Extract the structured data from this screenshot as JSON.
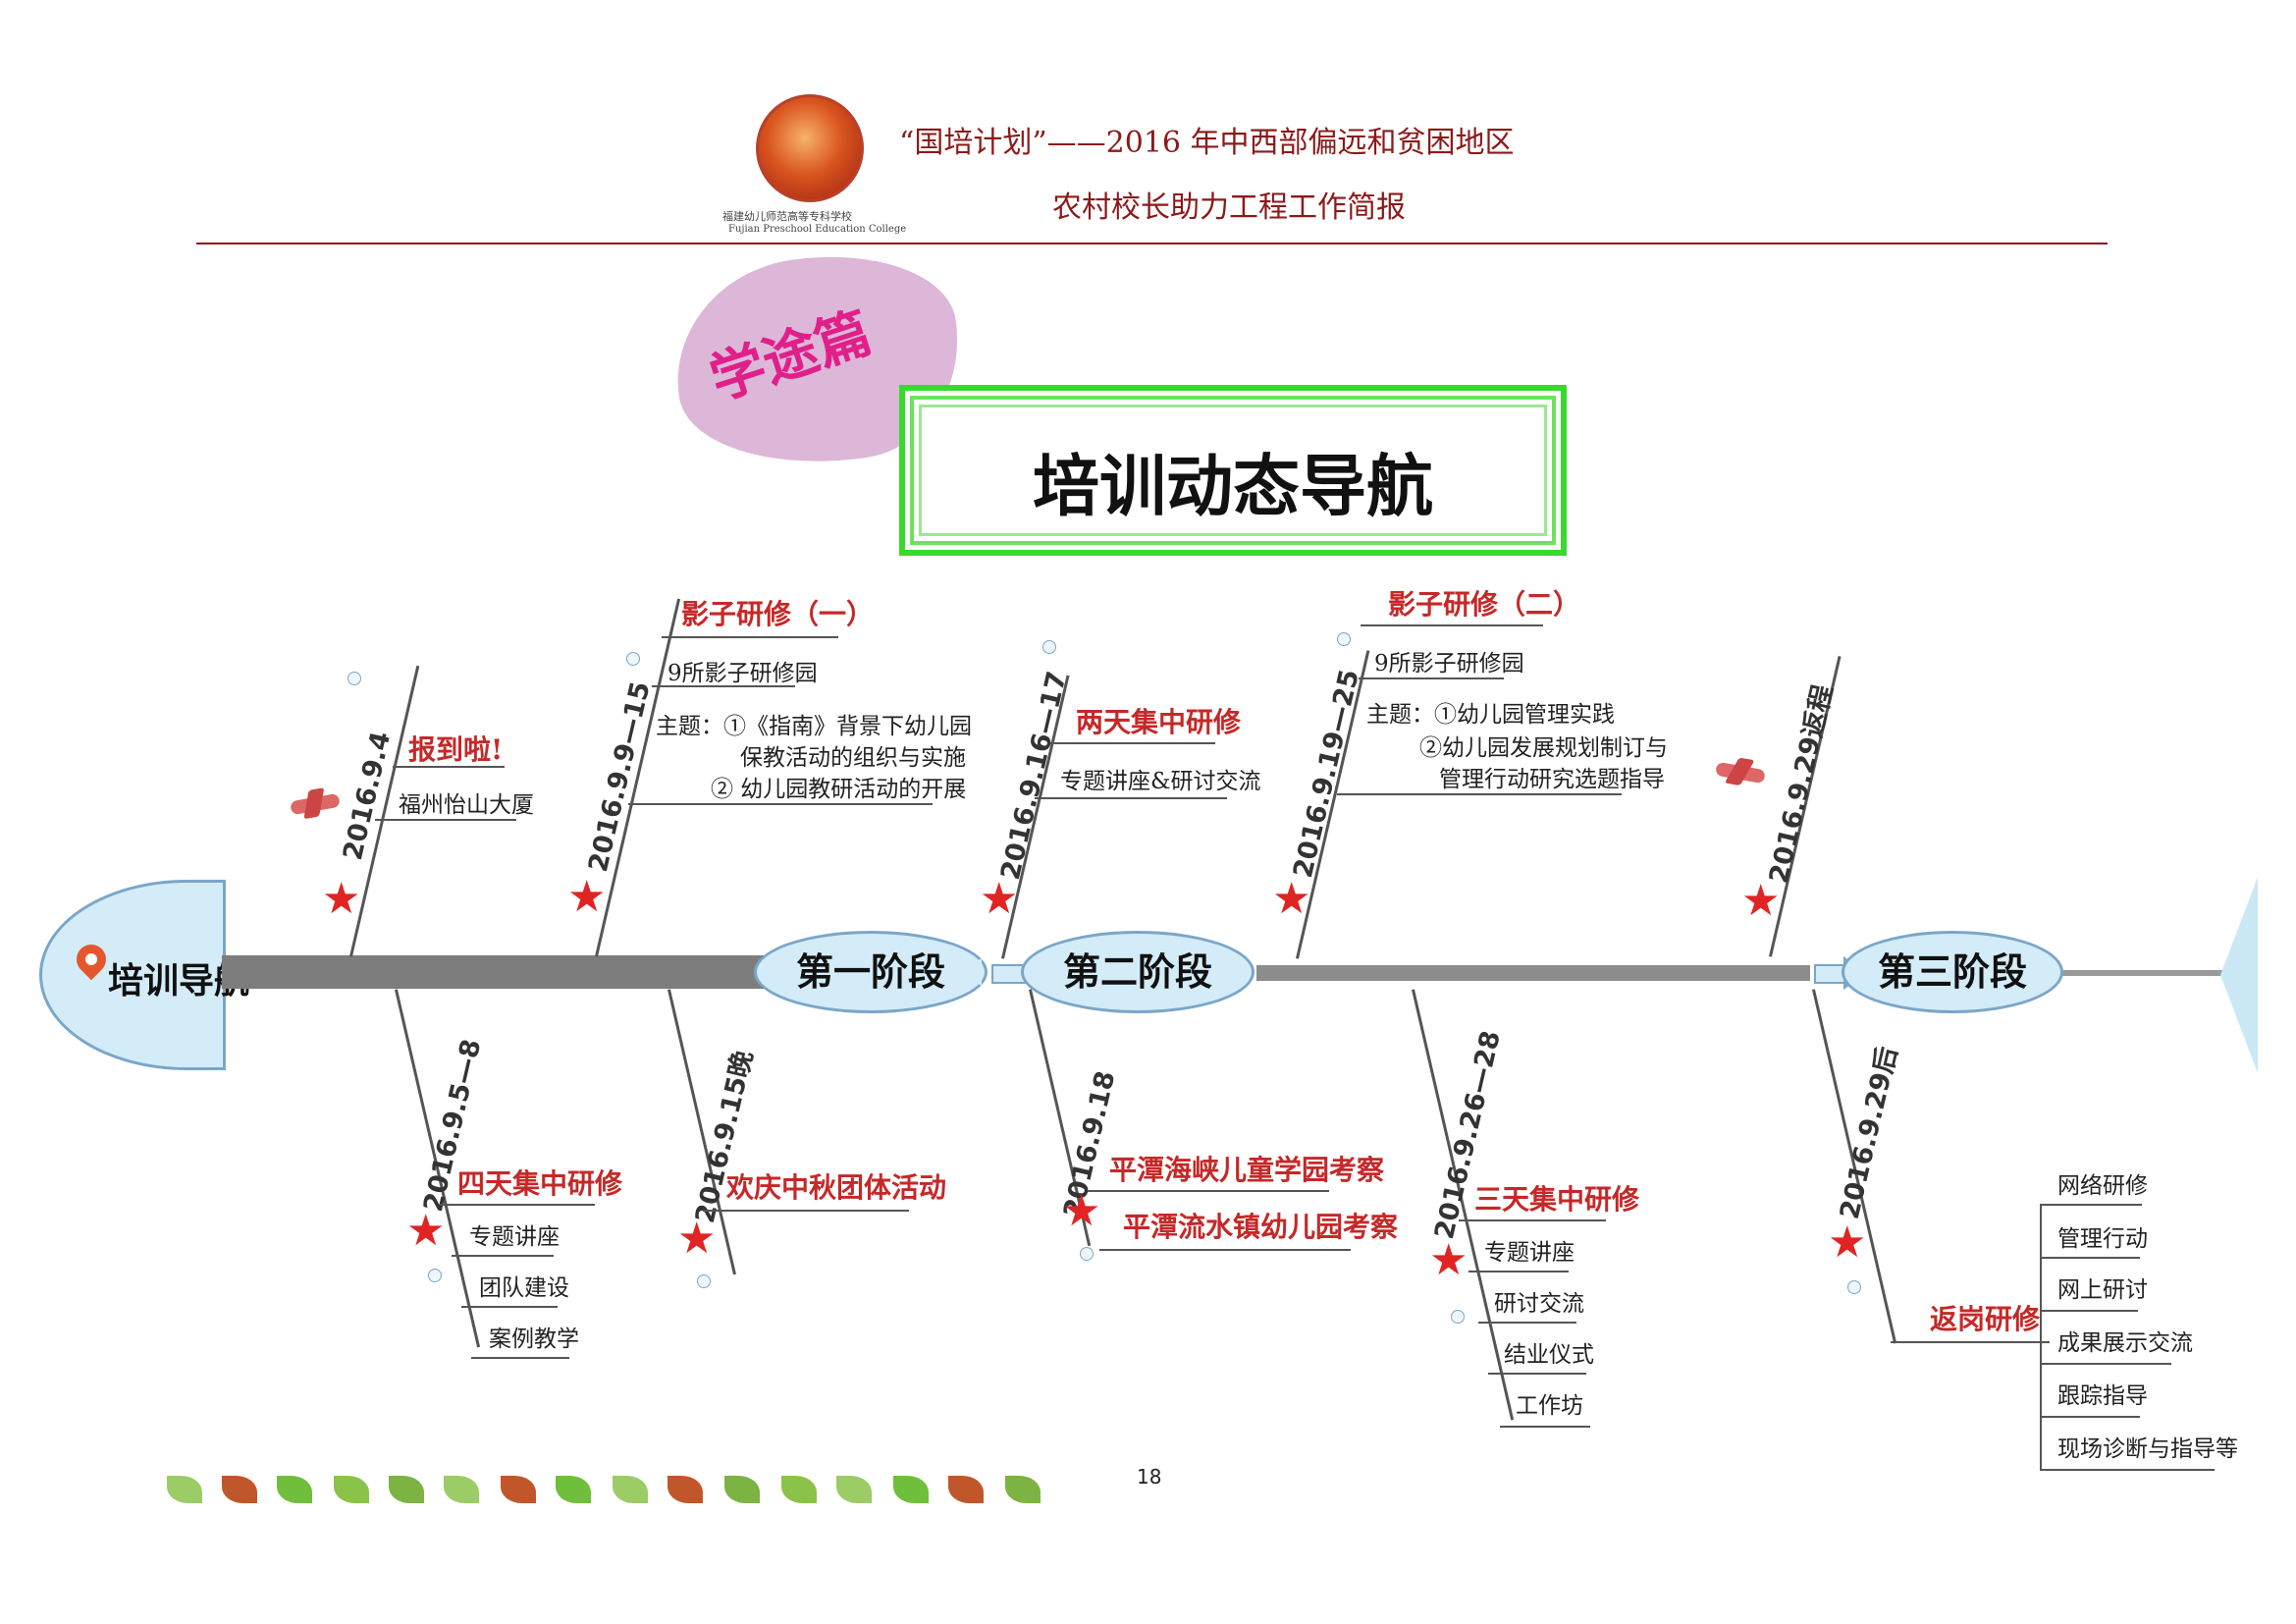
{
  "header": {
    "line1": "“国培计划”——2016 年中西部偏远和贫困地区",
    "line2": "农村校长助力工程工作简报",
    "logo_caption_cn": "福建幼儿师范高等专科学校",
    "logo_caption_en": "Fujian Preschool Education College"
  },
  "badge": "学途篇",
  "title": "培训动态导航",
  "fishbone": {
    "head_label": "培训导航",
    "stages": [
      "第一阶段",
      "第二阶段",
      "第三阶段"
    ],
    "upper": [
      {
        "date": "2016.9.4",
        "heading": "报到啦!",
        "items": [
          "福州怡山大厦"
        ]
      },
      {
        "date": "2016.9.9—15",
        "heading": "影子研修（一）",
        "items": [
          "9所影子研修园",
          "主题：①《指南》背景下幼儿园",
          "保教活动的组织与实施",
          "② 幼儿园教研活动的开展"
        ]
      },
      {
        "date": "2016.9.16—17",
        "heading": "两天集中研修",
        "items": [
          "专题讲座&研讨交流"
        ]
      },
      {
        "date": "2016.9.19—25",
        "heading": "影子研修（二）",
        "items": [
          "9所影子研修园",
          "主题：①幼儿园管理实践",
          "②幼儿园发展规划制订与",
          "管理行动研究选题指导"
        ]
      },
      {
        "date": "2016.9.29返程",
        "heading": "",
        "items": []
      }
    ],
    "lower": [
      {
        "date": "2016.9.5—8",
        "heading": "四天集中研修",
        "items": [
          "专题讲座",
          "团队建设",
          "案例教学"
        ]
      },
      {
        "date": "2016.9.15晚",
        "heading": "欢庆中秋团体活动",
        "items": []
      },
      {
        "date": "2016.9.18",
        "heading": "",
        "items": [
          "平潭海峡儿童学园考察",
          "平潭流水镇幼儿园考察"
        ]
      },
      {
        "date": "2016.9.26—28",
        "heading": "三天集中研修",
        "items": [
          "专题讲座",
          "研讨交流",
          "结业仪式",
          "工作坊"
        ]
      },
      {
        "date": "2016.9.29后",
        "heading": "返岗研修",
        "items": [
          "网络研修",
          "管理行动",
          "网上研讨",
          "成果展示交流",
          "跟踪指导",
          "现场诊断与指导等"
        ]
      }
    ]
  },
  "page_number": "18"
}
